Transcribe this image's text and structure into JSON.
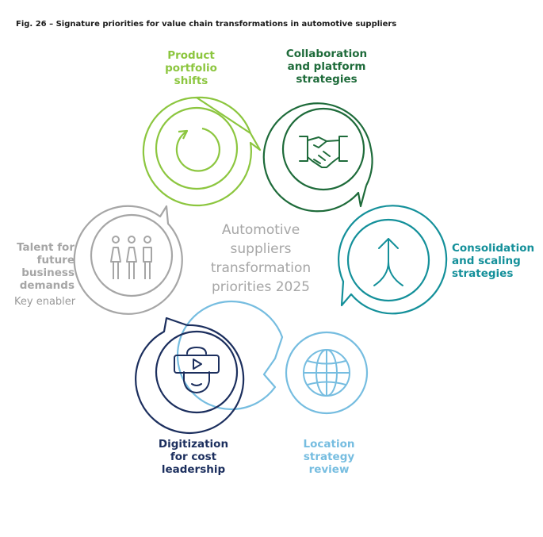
{
  "figure": {
    "title": "Fig. 26 – Signature priorities for value chain transformations in automotive suppliers",
    "center_lines": [
      "Automotive",
      "suppliers",
      "transformation",
      "priorities 2025"
    ]
  },
  "nodes": [
    {
      "id": "product",
      "label_lines": [
        "Product",
        "portfolio",
        "shifts"
      ],
      "color": "#8cc63f",
      "icon": "refresh-icon"
    },
    {
      "id": "collab",
      "label_lines": [
        "Collaboration",
        "and platform",
        "strategies"
      ],
      "color": "#1e6b3a",
      "icon": "handshake-icon"
    },
    {
      "id": "consolidation",
      "label_lines": [
        "Consolidation",
        "and scaling",
        "strategies"
      ],
      "color": "#14909a",
      "icon": "merge-arrow-icon"
    },
    {
      "id": "location",
      "label_lines": [
        "Location",
        "strategy",
        "review"
      ],
      "color": "#76bde0",
      "icon": "globe-icon"
    },
    {
      "id": "digitization",
      "label_lines": [
        "Digitization",
        "for cost",
        "leadership"
      ],
      "color": "#1c2f5e",
      "icon": "vr-headset-icon"
    },
    {
      "id": "talent",
      "label_lines": [
        "Talent for",
        "future",
        "business",
        "demands"
      ],
      "sublabel": "Key enabler",
      "color": "#a6a6a6",
      "icon": "people-icon"
    }
  ]
}
